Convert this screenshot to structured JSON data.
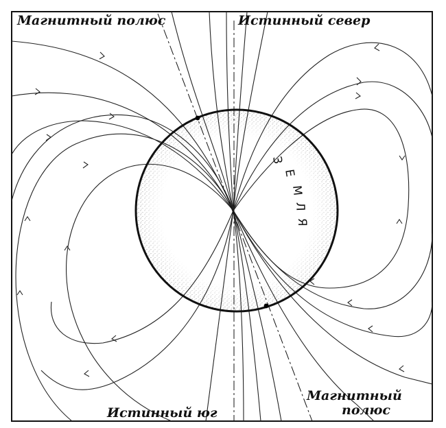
{
  "labels": {
    "magnetic_pole_top": "Магнитный полюс",
    "true_north": "Истинный север",
    "true_south": "Истинный юг",
    "magnetic_pole_bottom_line1": "Магнитный",
    "magnetic_pole_bottom_line2": "полюс",
    "earth_letters": [
      "З",
      "Е",
      "М",
      "Л",
      "Я"
    ]
  },
  "colors": {
    "ink": "#222222",
    "background": "#ffffff"
  }
}
